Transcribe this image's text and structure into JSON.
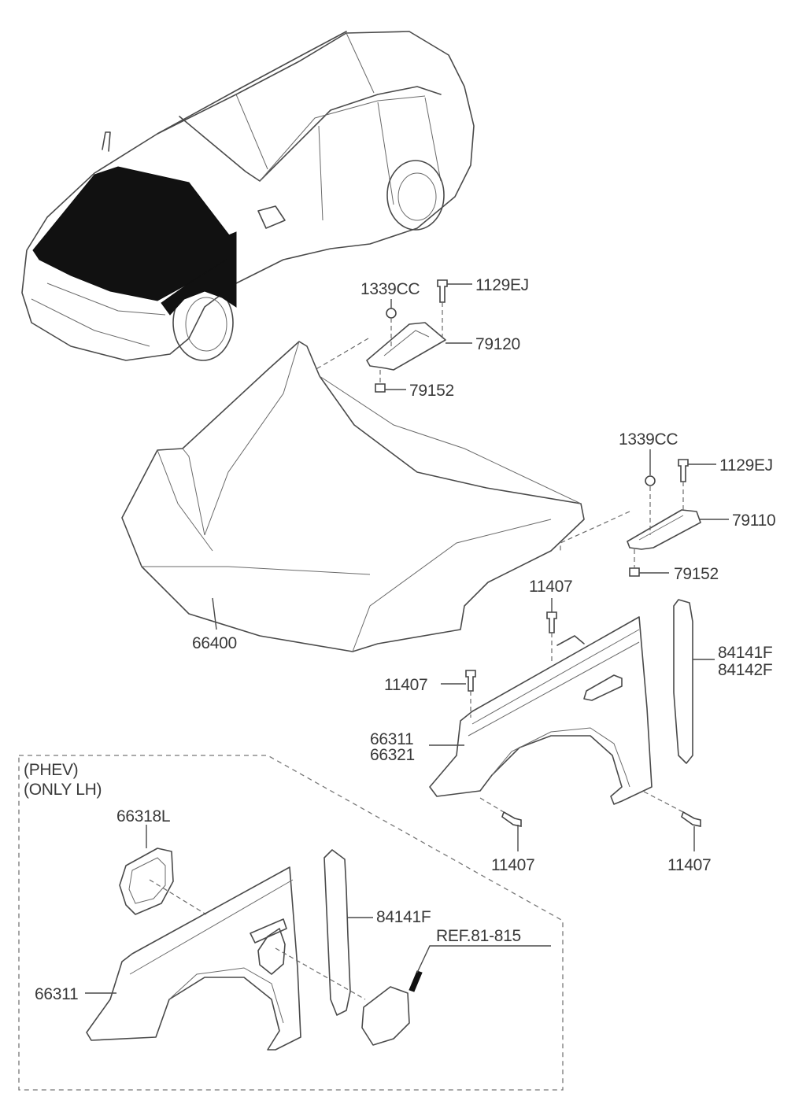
{
  "diagram": {
    "title": "Hood & Fender Assembly",
    "colors": {
      "line": "#4a4a4a",
      "text": "#3a3a3a",
      "highlight": "#111111",
      "background": "#ffffff"
    },
    "labels": {
      "nut_lh": "1339CC",
      "bolt_lh": "1129EJ",
      "hinge_lh": "79120",
      "bolt_79152_lh": "79152",
      "nut_rh": "1339CC",
      "bolt_rh": "1129EJ",
      "hinge_rh": "79110",
      "bolt_79152_rh": "79152",
      "hood_panel": "66400",
      "bolt_fender_top": "11407",
      "bolt_fender_front": "11407",
      "fender_l": "66311",
      "fender_r": "66321",
      "fender_bolt_bottom_front": "11407",
      "fender_bolt_bottom_rear": "11407",
      "insulator_l": "84141F",
      "insulator_r": "84142F",
      "phev_note": "(PHEV)",
      "only_lh_note": "(ONLY LH)",
      "charge_housing": "66318L",
      "phev_insulator": "84141F",
      "ref_label": "REF.81-815",
      "phev_fender": "66311"
    }
  }
}
